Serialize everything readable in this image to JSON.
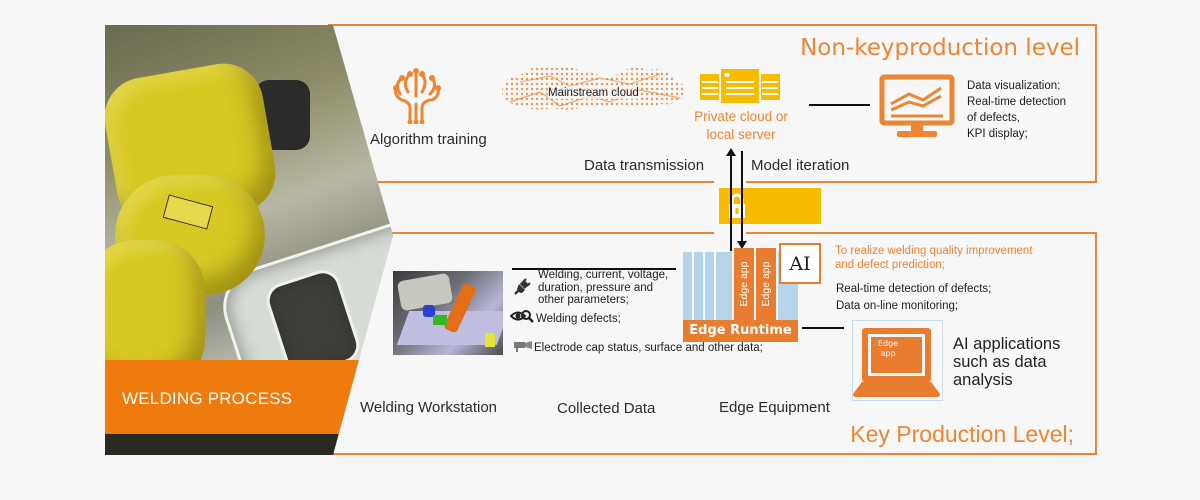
{
  "photo_panel": {
    "banner_label": "WELDING PROCESS"
  },
  "non_key_level": {
    "title": "Non-keyproduction level",
    "algorithm_training": {
      "icon": "brain-circuit-icon",
      "label": "Algorithm training"
    },
    "mainstream_cloud": {
      "icon": "dotted-cloud-icon",
      "label": "Mainstream cloud"
    },
    "private_cloud": {
      "icon": "server-icon",
      "label_line1": "Private cloud or",
      "label_line2": "local server"
    },
    "data_visualization": {
      "icon": "monitor-chart-icon",
      "lines": [
        "Data visualization:",
        "Real-time detection",
        "of defects,",
        "KPI display;"
      ]
    },
    "data_transmission": "Data transmission",
    "model_iteration": "Model iteration"
  },
  "security": {
    "icon": "lock-icon"
  },
  "key_level": {
    "title": "Key Production Level;",
    "collected_data": [
      {
        "icon": "plug-icon",
        "lines": [
          "Welding, current, voltage,",
          "duration, pressure and",
          "other parameters;"
        ]
      },
      {
        "icon": "eye-magnifier-icon",
        "lines": [
          "Welding defects;"
        ]
      },
      {
        "icon": "camera-icon",
        "lines": [
          "Electrode cap status, surface and other data;"
        ]
      }
    ],
    "edge": {
      "apps": [
        "Edge app",
        "Edge app"
      ],
      "runtime": "Edge Runtime",
      "ai_badge": "AI"
    },
    "goal": {
      "line1": "To realize welding quality improvement",
      "line2": "and defect prediction;",
      "items": [
        "Real-time detection of defects;",
        "Data on-line monitoring;"
      ]
    },
    "ai_apps": {
      "laptop_screen": [
        "Edge",
        "app"
      ],
      "lines": [
        "AI applications",
        "such as data",
        "analysis"
      ]
    },
    "column_labels": {
      "workstation": "Welding Workstation",
      "collected": "Collected Data",
      "edge": "Edge Equipment"
    }
  },
  "colors": {
    "accent_orange": "#ec8534",
    "banner_orange": "#ef7b0e",
    "lock_yellow": "#f7bb00",
    "edge_blue": "#b7d3ea",
    "background": "#f7f7f7"
  }
}
